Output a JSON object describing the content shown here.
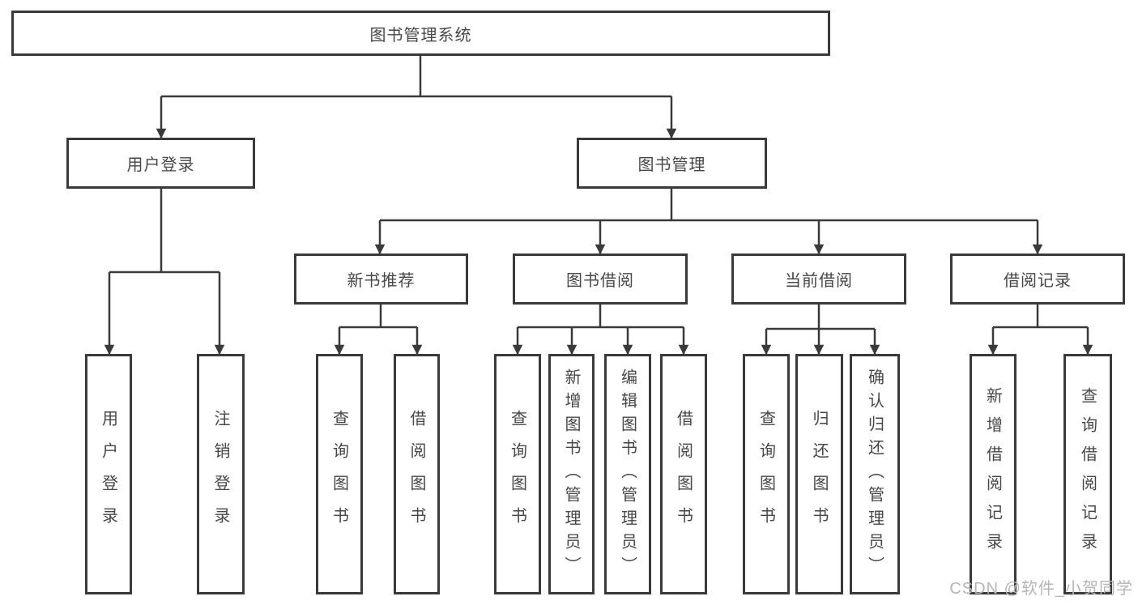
{
  "diagram": {
    "root": {
      "label": "图书管理系统"
    },
    "branches": [
      {
        "label": "用户登录",
        "children": [
          {
            "label": "用户登录"
          },
          {
            "label": "注销登录"
          }
        ]
      },
      {
        "label": "图书管理",
        "children": [
          {
            "label": "新书推荐",
            "children": [
              {
                "label": "查询图书"
              },
              {
                "label": "借阅图书"
              }
            ]
          },
          {
            "label": "图书借阅",
            "children": [
              {
                "label": "查询图书"
              },
              {
                "label": "新增图书（管理员）"
              },
              {
                "label": "编辑图书（管理员）"
              },
              {
                "label": "借阅图书"
              }
            ]
          },
          {
            "label": "当前借阅",
            "children": [
              {
                "label": "查询图书"
              },
              {
                "label": "归还图书"
              },
              {
                "label": "确认归还（管理员）"
              }
            ]
          },
          {
            "label": "借阅记录",
            "children": [
              {
                "label": "新增借阅记录"
              },
              {
                "label": "查询借阅记录"
              }
            ]
          }
        ]
      }
    ]
  },
  "watermark": {
    "text": "CSDN @软件_小贺同学"
  },
  "colors": {
    "line": "#3a3a3a",
    "box_border": "#3a3a3a",
    "text": "#474747",
    "background": "#ffffff",
    "watermark": "#b5b5b5"
  }
}
